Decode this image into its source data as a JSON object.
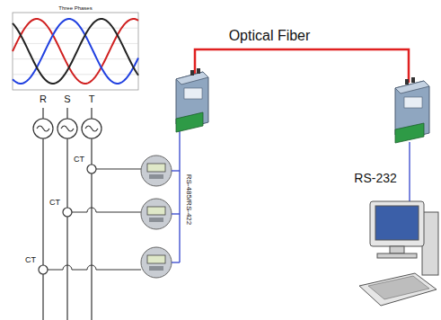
{
  "diagram": {
    "labels": [
      "Three Phases",
      "R",
      "S",
      "T",
      "CT",
      "CT",
      "CT",
      "RS-485/RS-422",
      "Optical Fiber",
      "RS-232"
    ]
  }
}
